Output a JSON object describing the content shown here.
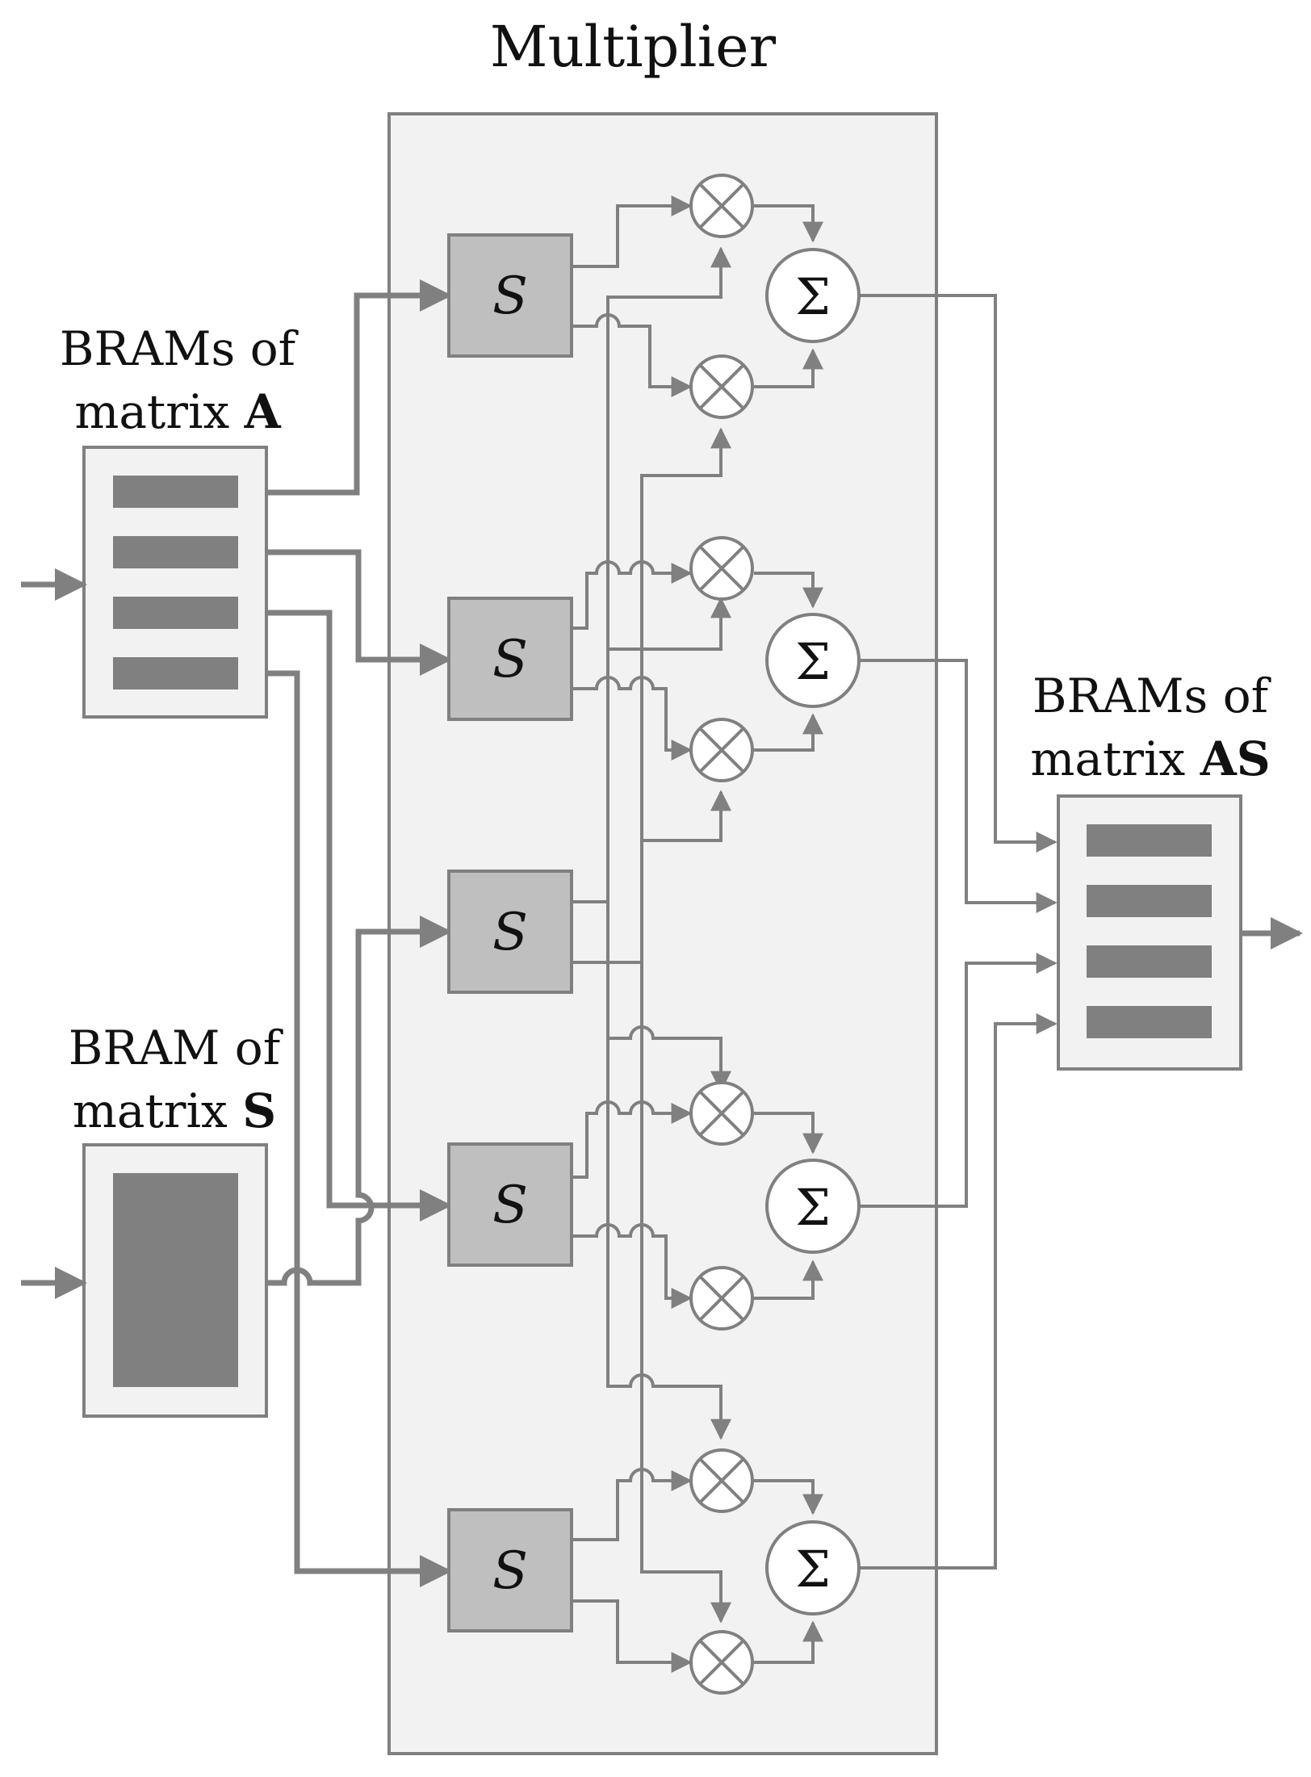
{
  "diagram": {
    "title": "Multiplier",
    "bram_a": {
      "line1": "BRAMs of",
      "line2_prefix": "matrix ",
      "line2_bold": "A"
    },
    "bram_s": {
      "line1": "BRAM of",
      "line2_prefix": "matrix ",
      "line2_bold": "S"
    },
    "bram_as": {
      "line1": "BRAMs of",
      "line2_prefix": "matrix ",
      "line2_bold": "AS"
    },
    "s_block_symbol": "S",
    "sum_symbol": "Σ"
  },
  "colors": {
    "line": "#808080",
    "panel_fill": "#f2f2f2",
    "s_block_fill": "#bfbfbf",
    "bar_fill": "#808080",
    "node_fill": "#ffffff"
  }
}
